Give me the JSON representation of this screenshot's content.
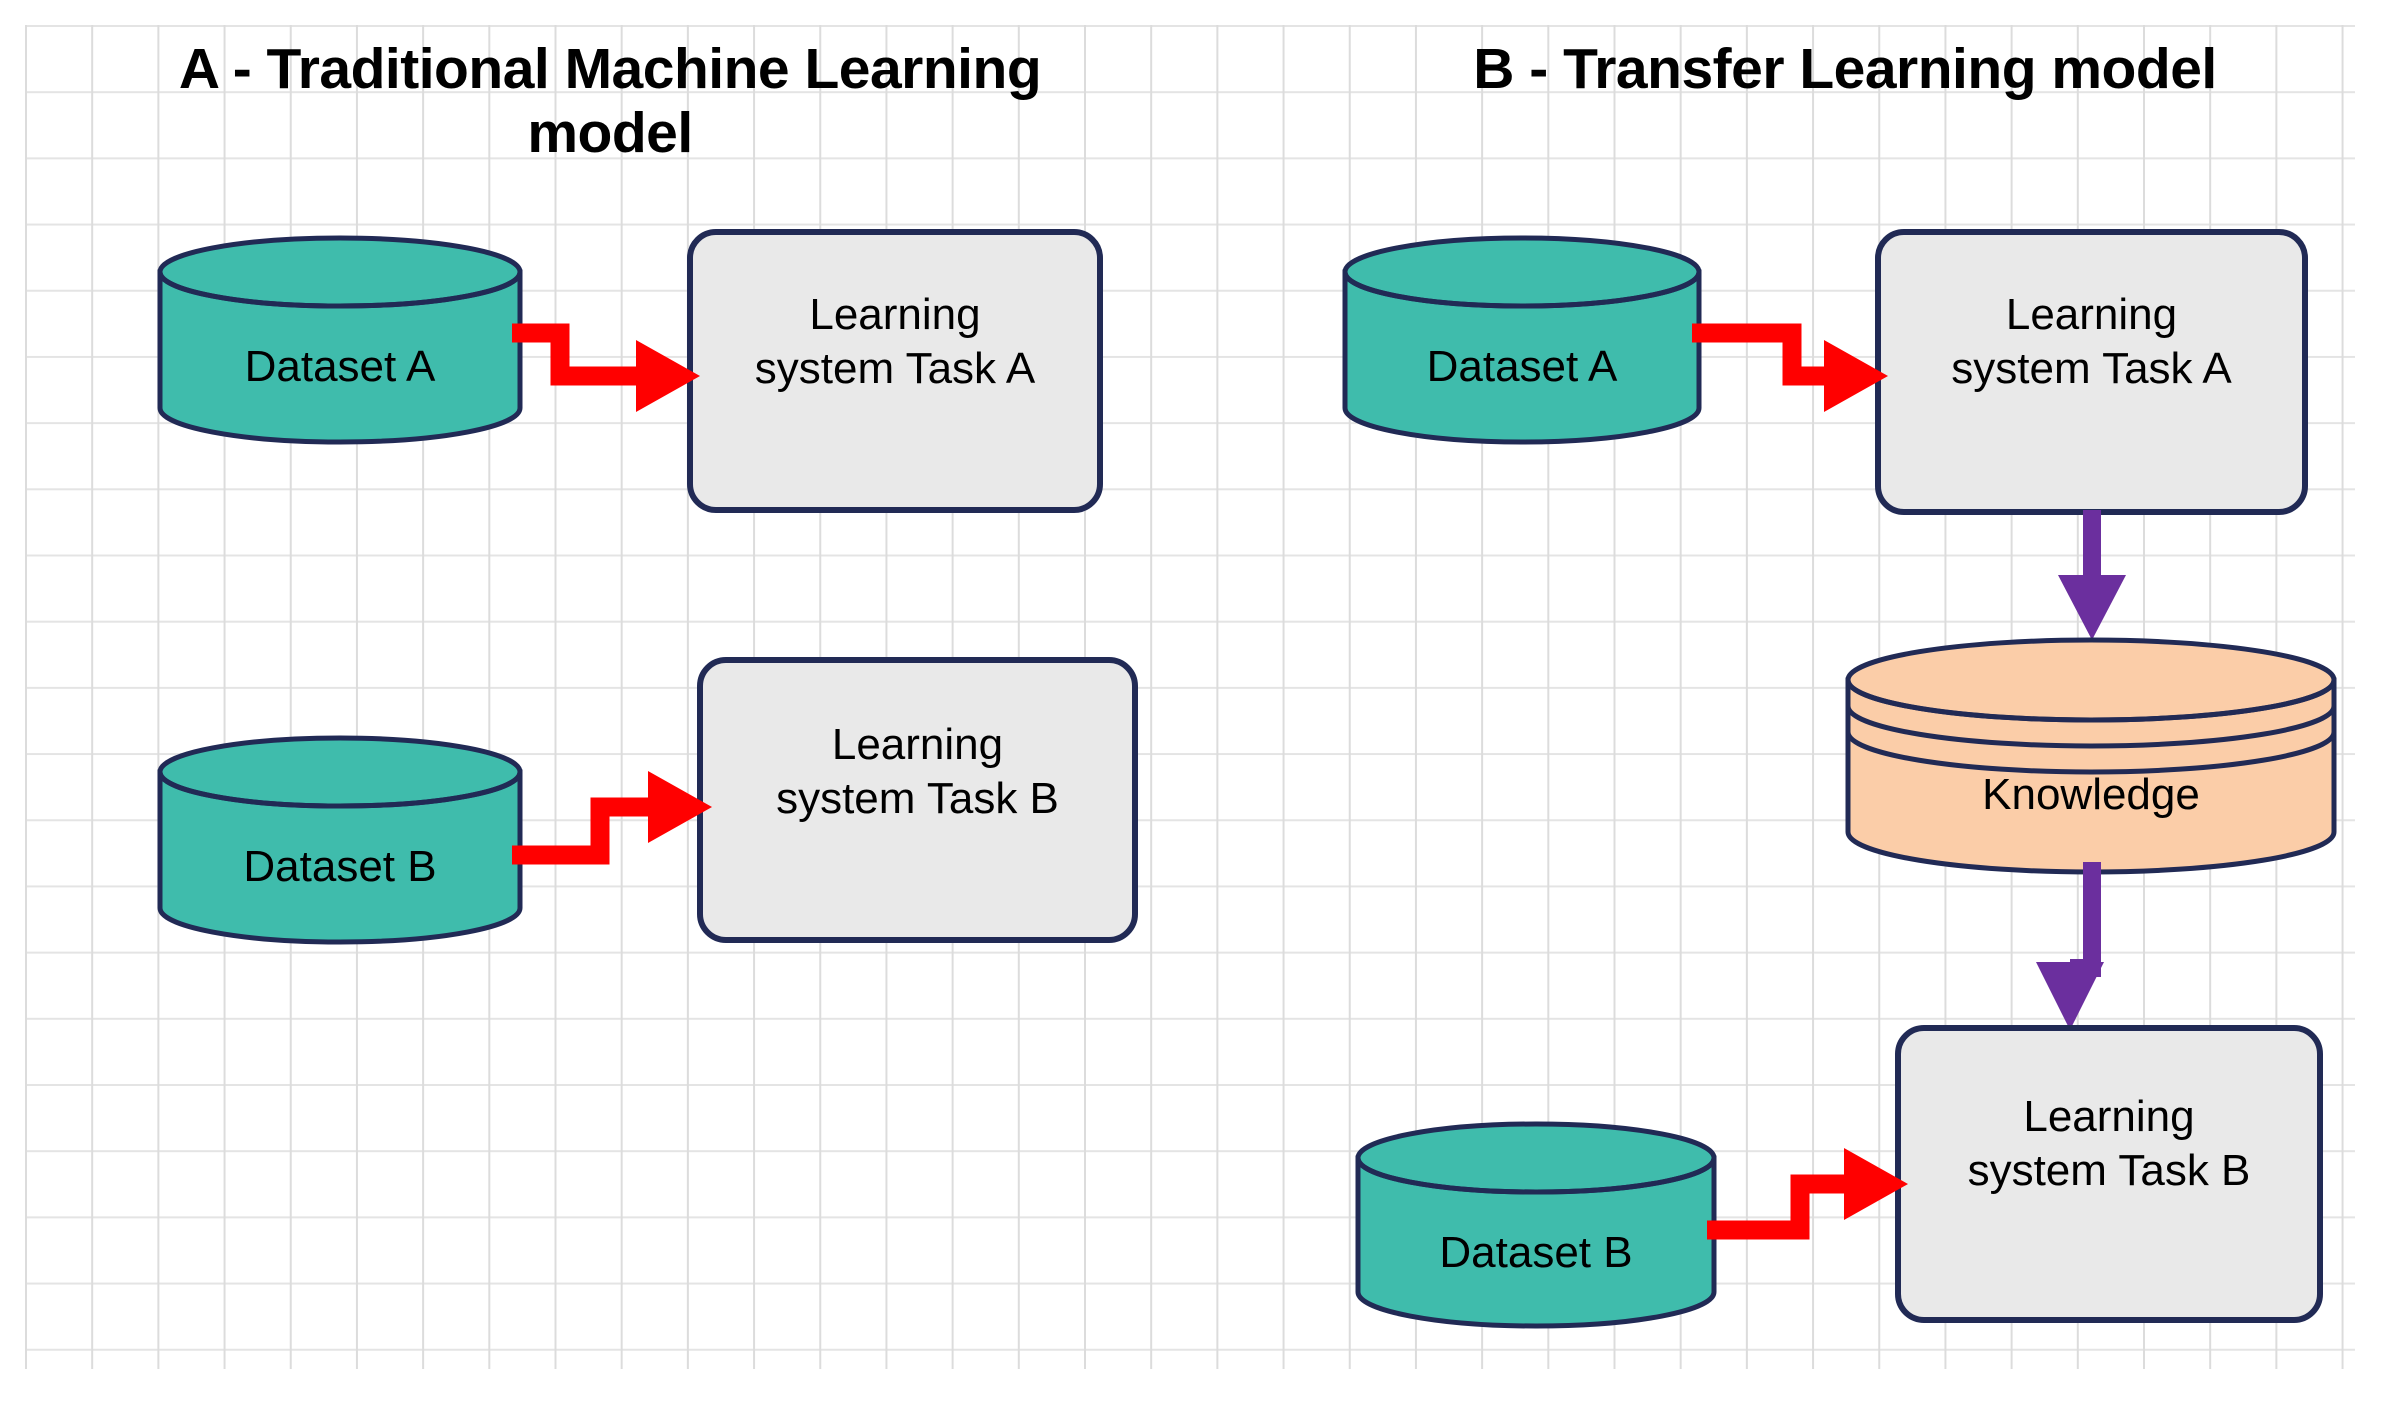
{
  "diagram": {
    "title_a": "A - Traditional Machine Learning\nmodel",
    "title_b": "B - Transfer Learning model",
    "panel_a": {
      "label": "A - Traditional Machine Learning model",
      "nodes": [
        {
          "id": "a-dataset-a",
          "type": "cylinder",
          "label": "Dataset A",
          "fill": "#3FBCAC"
        },
        {
          "id": "a-learning-a",
          "type": "rounded-box",
          "label": "Learning\nsystem  Task A",
          "fill": "#E9E9E9"
        },
        {
          "id": "a-dataset-b",
          "type": "cylinder",
          "label": "Dataset B",
          "fill": "#3FBCAC"
        },
        {
          "id": "a-learning-b",
          "type": "rounded-box",
          "label": "Learning\nsystem Task B",
          "fill": "#E9E9E9"
        }
      ],
      "edges": [
        {
          "id": "a-edge-1",
          "from": "a-dataset-a",
          "to": "a-learning-a",
          "color": "#FF0000",
          "style": "elbow-down"
        },
        {
          "id": "a-edge-2",
          "from": "a-dataset-b",
          "to": "a-learning-b",
          "color": "#FF0000",
          "style": "elbow-up"
        }
      ]
    },
    "panel_b": {
      "label": "B - Transfer Learning model",
      "nodes": [
        {
          "id": "b-dataset-a",
          "type": "cylinder",
          "label": "Dataset A",
          "fill": "#3FBCAC"
        },
        {
          "id": "b-learning-a",
          "type": "rounded-box",
          "label": "Learning\nsystem Task A",
          "fill": "#E9E9E9"
        },
        {
          "id": "b-knowledge",
          "type": "stacked-cylinder",
          "label": "Knowledge",
          "fill": "#FBCDA8"
        },
        {
          "id": "b-dataset-b",
          "type": "cylinder",
          "label": "Dataset B",
          "fill": "#3FBCAC"
        },
        {
          "id": "b-learning-b",
          "type": "rounded-box",
          "label": "Learning\nsystem Task B",
          "fill": "#E9E9E9"
        }
      ],
      "edges": [
        {
          "id": "b-edge-1",
          "from": "b-dataset-a",
          "to": "b-learning-a",
          "color": "#FF0000",
          "style": "elbow-down"
        },
        {
          "id": "b-edge-2",
          "from": "b-learning-a",
          "to": "b-knowledge",
          "color": "#6B2F9E",
          "style": "straight-down"
        },
        {
          "id": "b-edge-3",
          "from": "b-knowledge",
          "to": "b-learning-b",
          "color": "#6B2F9E",
          "style": "straight-down"
        },
        {
          "id": "b-edge-4",
          "from": "b-dataset-b",
          "to": "b-learning-b",
          "color": "#FF0000",
          "style": "elbow-up"
        }
      ]
    },
    "labels": {
      "dataset_a": "Dataset A",
      "dataset_b": "Dataset B",
      "knowledge": "Knowledge",
      "learning_task_a": "Learning\nsystem  Task A",
      "learning_task_a_b": "Learning\nsystem Task A",
      "learning_task_b": "Learning\nsystem Task B",
      "learning_task_b_a": "Learning\nsystem Task B"
    },
    "colors": {
      "dataset_fill": "#3FBCAC",
      "knowledge_fill": "#FBCDA8",
      "box_fill": "#E9E9E9",
      "shape_stroke": "#212A55",
      "red_arrow": "#FF0000",
      "purple_arrow": "#6B2F9E",
      "grid_line": "#DEDEDE",
      "background": "#FFFFFF",
      "text": "#000000"
    }
  }
}
